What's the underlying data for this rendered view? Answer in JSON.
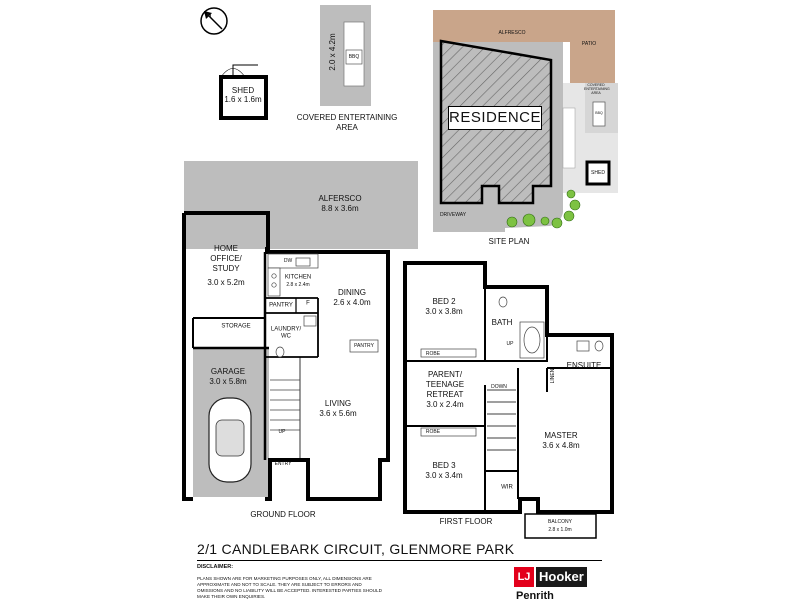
{
  "site_plan": {
    "alfresco": "ALFRESCO",
    "patio": "PATIO",
    "covered_area": "COVERED ENTERTAINING AREA",
    "bbq": "BBQ",
    "residence": "RESIDENCE",
    "shed": "SHED",
    "driveway": "DRIVEWAY",
    "caption": "SITE PLAN"
  },
  "outbuildings": {
    "shed_name": "SHED",
    "shed_size": "1.6 x 1.6m",
    "covered_size": "2.0 x 4.2m",
    "bbq": "BBQ",
    "covered_line1": "COVERED ENTERTAINING",
    "covered_line2": "AREA"
  },
  "ground_floor": {
    "caption": "GROUND FLOOR",
    "alfresco_name": "ALFERSCO",
    "alfresco_size": "8.8 x 3.6m",
    "office_line1": "HOME",
    "office_line2": "OFFICE/",
    "office_line3": "STUDY",
    "office_size": "3.0 x 5.2m",
    "storage": "STORAGE",
    "garage_name": "GARAGE",
    "garage_size": "3.0 x 5.8m",
    "dw": "DW",
    "kitchen_name": "KITCHEN",
    "kitchen_size": "2.8 x 2.4m",
    "pantry": "PANTRY",
    "fridge": "F",
    "laundry_line1": "LAUNDRY/",
    "laundry_line2": "WC",
    "dining_name": "DINING",
    "dining_size": "2.6 x 4.0m",
    "pantry2": "PANTRY",
    "living_name": "LIVING",
    "living_size": "3.6 x 5.6m",
    "up": "UP",
    "entry": "ENTRY"
  },
  "first_floor": {
    "caption": "FIRST FLOOR",
    "bed2_name": "BED 2",
    "bed2_size": "3.0 x 3.8m",
    "robe1": "ROBE",
    "bath": "BATH",
    "up": "UP",
    "down": "DOWN",
    "ensuite": "ENSUITE",
    "linen": "LINEN",
    "retreat_line1": "PARENT/",
    "retreat_line2": "TEENAGE",
    "retreat_line3": "RETREAT",
    "retreat_size": "3.0 x 2.4m",
    "robe2": "ROBE",
    "bed3_name": "BED 3",
    "bed3_size": "3.0 x 3.4m",
    "master_name": "MASTER",
    "master_size": "3.6 x 4.8m",
    "wir": "WIR",
    "balcony_name": "BALCONY",
    "balcony_size": "2.8 x 1.0m"
  },
  "compass": "N",
  "footer": {
    "address": "2/1 CANDLEBARK CIRCUIT, GLENMORE PARK",
    "disclaimer_title": "DISCLAIMER:",
    "disclaimer_text": "PLANS SHOWN ARE FOR MARKETING PURPOSES ONLY, ALL DIMENSIONS ARE APPROXIMATE AND NOT TO SCALE. THEY ARE SUBJECT TO ERRORS AND OMISSIONS AND NO LIABILITY WILL BE ACCEPTED. INTERESTED PARTIES SHOULD MAKE THEIR OWN ENQUIRIES."
  },
  "brand": {
    "mark": "LJ",
    "name": "Hooker",
    "office": "Penrith"
  },
  "colors": {
    "paving": "#bdbdbd",
    "deck": "#c9a58a",
    "garden": "#7dc242",
    "wall": "#000000",
    "residence_hatch": "#666666",
    "brand_red": "#e3001b"
  }
}
